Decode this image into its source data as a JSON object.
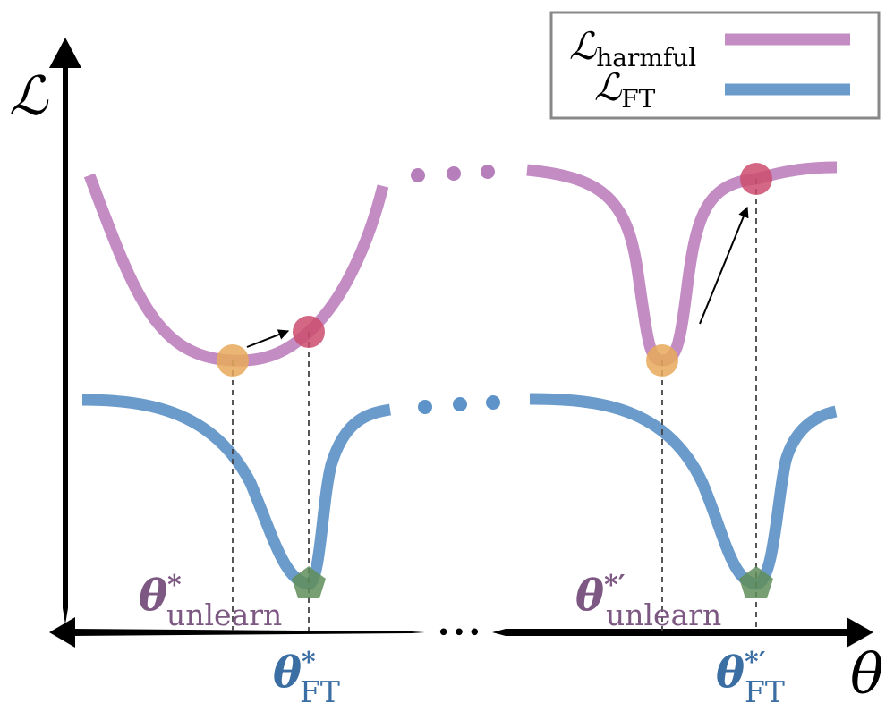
{
  "axis": {
    "y_label": "ℒ",
    "x_label": "θ",
    "ellipsis": "•••"
  },
  "legend": {
    "items": [
      {
        "symbol": "ℒ",
        "subscript": "harmful",
        "color": "#c38cc3"
      },
      {
        "symbol": "ℒ",
        "subscript": "FT",
        "color": "#6a9bcb"
      }
    ]
  },
  "labels": {
    "theta_unlearn": {
      "symbol": "θ",
      "superscript": "*",
      "subscript": "unlearn",
      "color": "#7c5882"
    },
    "theta_unlearn_prime": {
      "symbol": "θ",
      "superscript": "*′",
      "subscript": "unlearn",
      "color": "#7c5882"
    },
    "theta_ft": {
      "symbol": "θ",
      "superscript": "*",
      "subscript": "FT",
      "color": "#3b6ea3"
    },
    "theta_ft_prime": {
      "symbol": "θ",
      "superscript": "*′",
      "subscript": "FT",
      "color": "#3b6ea3"
    }
  },
  "colors": {
    "harmful_curve": "#c38cc3",
    "ft_curve": "#6a9bcb",
    "unlearn_point": "#e8a95a",
    "harmful_point": "#cc4e6e",
    "ft_point": "#5f8e5a",
    "axis": "#000000"
  }
}
